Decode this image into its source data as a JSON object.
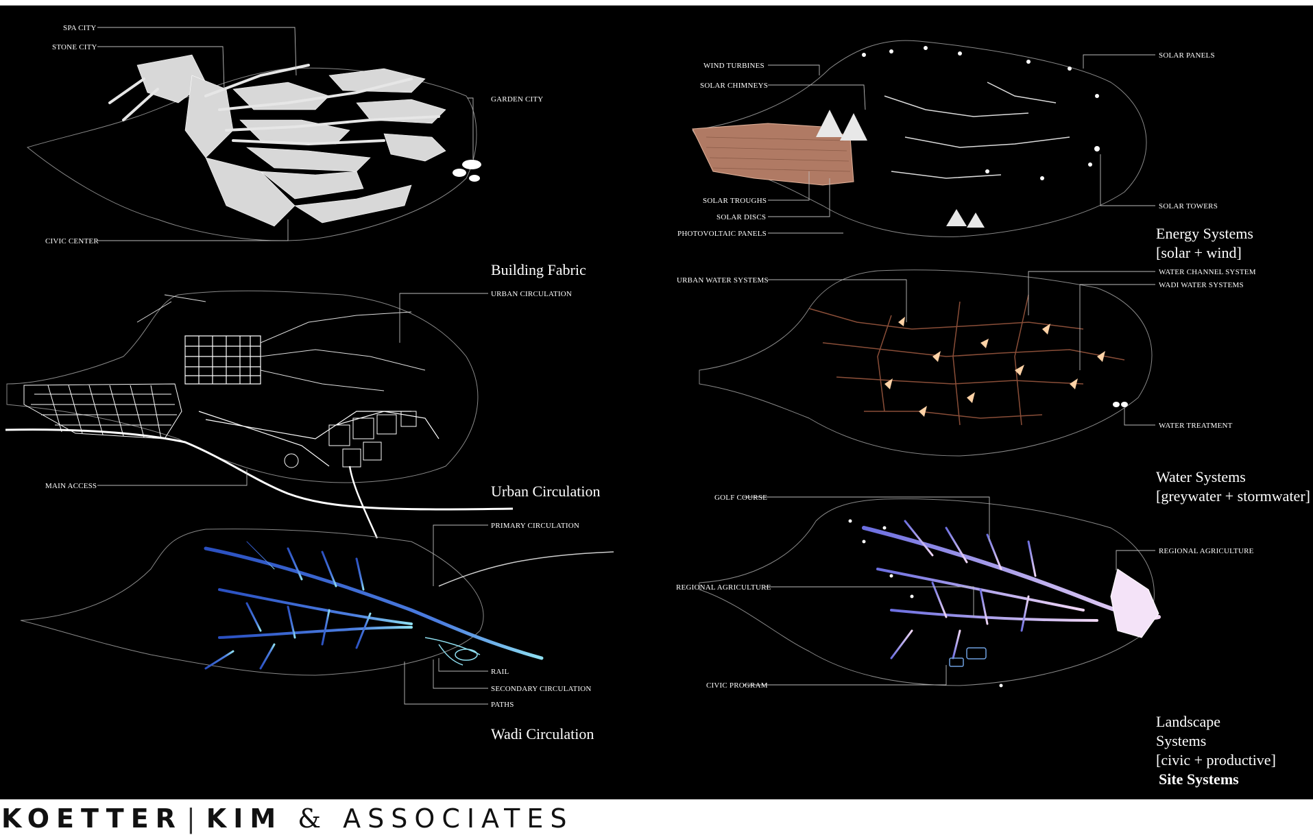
{
  "labels": {
    "spa_city": "SPA CITY",
    "stone_city": "STONE CITY",
    "garden_city": "GARDEN CITY",
    "civic_center": "CIVIC CENTER",
    "urban_circulation_label": "URBAN CIRCULATION",
    "main_access": "MAIN ACCESS",
    "primary_circulation": "PRIMARY CIRCULATION",
    "rail": "RAIL",
    "secondary_circulation": "SECONDARY CIRCULATION",
    "paths": "PATHS",
    "wind_turbines": "WIND TURBINES",
    "solar_chimneys": "SOLAR CHIMNEYS",
    "solar_panels": "SOLAR PANELS",
    "solar_troughs": "SOLAR TROUGHS",
    "solar_discs": "SOLAR DISCS",
    "photovoltaic_panels": "PHOTOVOLTAIC PANELS",
    "solar_towers": "SOLAR TOWERS",
    "urban_water_systems": "URBAN WATER SYSTEMS",
    "water_channel_system": "WATER CHANNEL SYSTEM",
    "wadi_water_systems": "WADI WATER SYSTEMS",
    "water_treatment": "WATER TREATMENT",
    "golf_course": "GOLF COURSE",
    "regional_agriculture_left": "REGIONAL AGRICULTURE",
    "regional_agriculture_right": "REGIONAL AGRICULTURE",
    "civic_program": "CIVIC PROGRAM"
  },
  "titles": {
    "building_fabric": "Building Fabric",
    "urban_circulation": "Urban Circulation",
    "wadi_circulation": "Wadi Circulation",
    "energy_1": "Energy Systems",
    "energy_2": "[solar + wind]",
    "water_1": "Water Systems",
    "water_2": "[greywater + stormwater]",
    "landscape_1": "Landscape",
    "landscape_2": "Systems",
    "landscape_3": "[civic + productive]",
    "site_systems": "Site Systems"
  },
  "logo": {
    "part1": "KOETTER",
    "separator": "|",
    "part2": "KIM",
    "amp": "&",
    "part3": "ASSOCIATES"
  },
  "colors": {
    "background": "#000000",
    "fabric": "#e8e8e8",
    "wadi_blue": "#3a63c9",
    "wadi_cyan": "#7fd6ee",
    "energy_copper": "#b07a64",
    "water_orange": "#d98a52",
    "landscape_violet": "#c9a6ef"
  }
}
